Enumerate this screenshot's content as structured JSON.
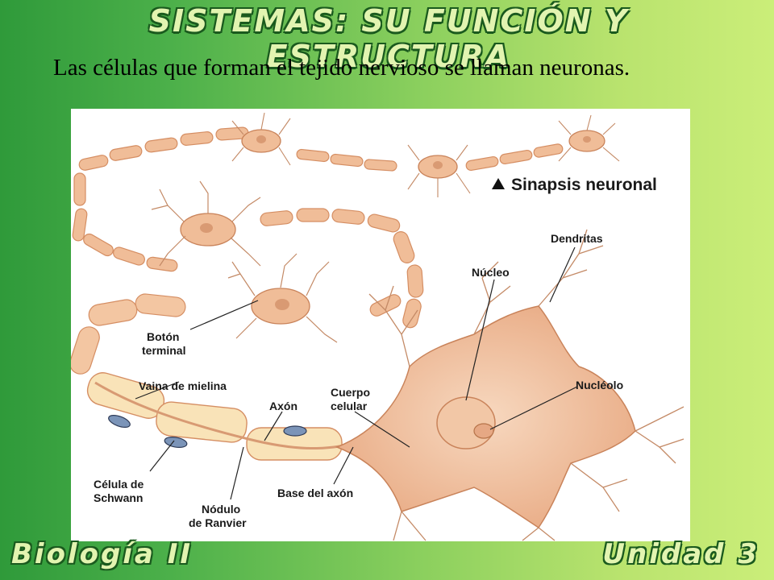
{
  "title": "SISTEMAS: SU FUNCIÓN Y ESTRUCTURA",
  "intro_text": "Las células que forman el tejido nervioso se llaman neuronas.",
  "figure": {
    "caption": "Sinapsis neuronal",
    "labels": {
      "dendritas": "Dendritas",
      "nucleo": "Núcleo",
      "nucleolo": "Nucléolo",
      "boton_terminal_1": "Botón",
      "boton_terminal_2": "terminal",
      "vaina": "Vaina de mielina",
      "axon": "Axón",
      "cuerpo_1": "Cuerpo",
      "cuerpo_2": "celular",
      "schwann_1": "Célula de",
      "schwann_2": "Schwann",
      "nodulo_1": "Nódulo",
      "nodulo_2": "de Ranvier",
      "base_axon": "Base del axón"
    }
  },
  "footer": {
    "left": "Biología II",
    "right": "Unidad 3"
  },
  "colors": {
    "neuron_body": "#f2c7a6",
    "neuron_dark": "#d9956b",
    "myelin": "#f9e3b8",
    "title_fill": "#e2f4b0",
    "title_outline": "#1a5a1e"
  }
}
